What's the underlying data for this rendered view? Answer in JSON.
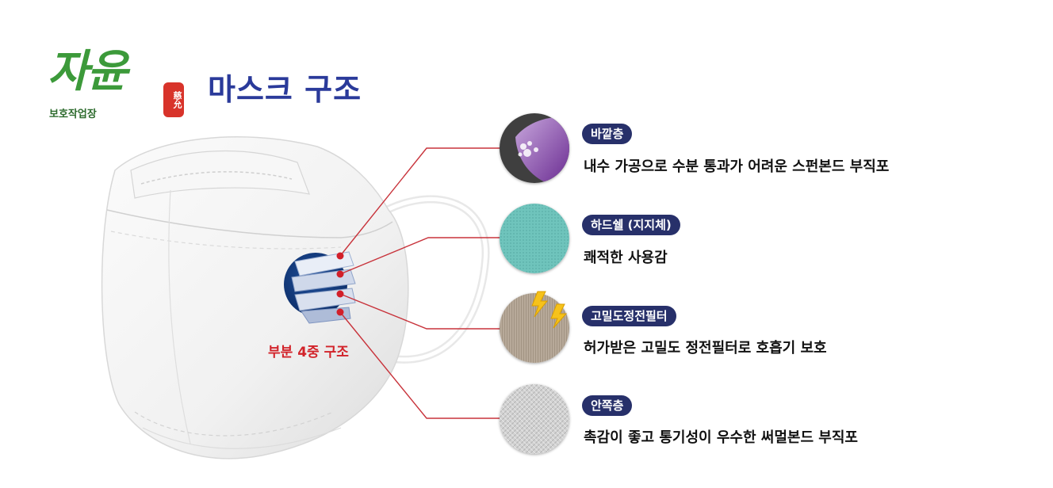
{
  "header": {
    "logo_text": "자윤",
    "logo_sub": "보호작업장",
    "seal_text": "慈允",
    "title": "마스크 구조"
  },
  "mask": {
    "layer_label": "부분 4중 구조"
  },
  "layers": [
    {
      "name": "바깥층",
      "description": "내수 가공으로 수분 통과가 어려운 스펀본드 부직포",
      "icon": "outer-layer-swatch",
      "color": "#7d3fa0"
    },
    {
      "name": "하드쉘 (지지체)",
      "description": "쾌적한 사용감",
      "icon": "hard-shell-swatch",
      "color": "#6fc4bc"
    },
    {
      "name": "고밀도정전필터",
      "description": "허가받은 고밀도 정전필터로 호흡기 보호",
      "icon": "filter-swatch",
      "color": "#b3a596"
    },
    {
      "name": "안쪽층",
      "description": "촉감이 좋고 통기성이 우수한 써멀본드 부직포",
      "icon": "inner-layer-swatch",
      "color": "#cfcfcf"
    }
  ],
  "colors": {
    "pill_bg": "#27306a",
    "line": "#c8333b",
    "title": "#2a3a9a",
    "logo_green": "#3c9a3a",
    "accent_red": "#d2232a"
  }
}
